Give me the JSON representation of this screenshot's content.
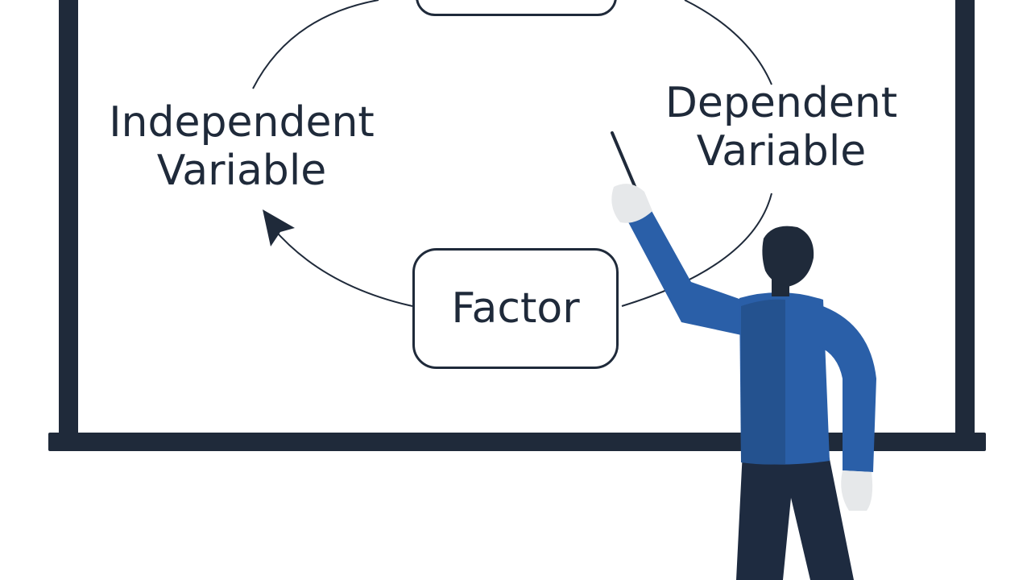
{
  "diagram": {
    "nodes": {
      "independent_line1": "Independent",
      "independent_line2": "Variable",
      "dependent_line1": "Dependent",
      "dependent_line2": "Variable",
      "factor": "Factor"
    }
  },
  "colors": {
    "frame": "#1f2a3a",
    "shirt": "#2a5fa8",
    "trousers": "#1e2b40",
    "hair": "#1f2a3a",
    "hands": "#e6e8ea"
  }
}
